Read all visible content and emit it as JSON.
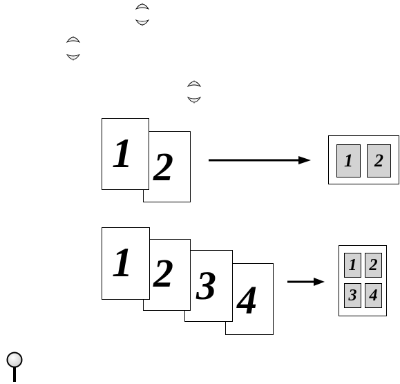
{
  "nav_keys": [
    {
      "name": "nav-up-key-1",
      "direction": "up"
    },
    {
      "name": "nav-down-key-1",
      "direction": "down"
    },
    {
      "name": "nav-up-key-2",
      "direction": "up"
    },
    {
      "name": "nav-down-key-2",
      "direction": "down"
    },
    {
      "name": "nav-up-key-3",
      "direction": "up"
    },
    {
      "name": "nav-down-key-3",
      "direction": "down"
    }
  ],
  "diagram_2in1": {
    "source_pages": [
      "1",
      "2"
    ],
    "result_pages": [
      "1",
      "2"
    ]
  },
  "diagram_4in1": {
    "source_pages": [
      "1",
      "2",
      "3",
      "4"
    ],
    "result_pages": [
      "1",
      "2",
      "3",
      "4"
    ]
  },
  "colors": {
    "ink": "#000000",
    "cell_fill": "#d3d3d3",
    "paper": "#ffffff"
  },
  "icons": {
    "key": "scroll-arrow-key-icon",
    "note": "magnifier-note-icon"
  }
}
